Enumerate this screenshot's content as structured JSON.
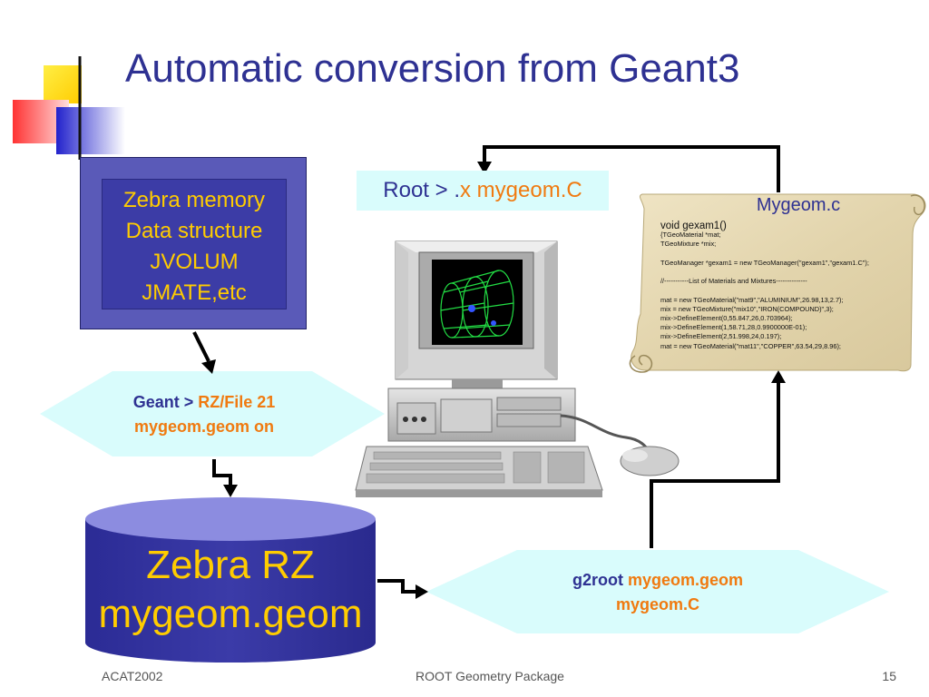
{
  "slide": {
    "title": "Automatic conversion from Geant3"
  },
  "zebra_memory": {
    "lines": [
      "Zebra memory",
      "Data structure",
      "JVOLUM",
      "JMATE,etc"
    ]
  },
  "root_command": {
    "prompt": "Root > ",
    "dot": ".",
    "command": "x mygeom.C"
  },
  "geant_step": {
    "prefix": "Geant > ",
    "command": "RZ/File 21",
    "line2": "mygeom.geom on"
  },
  "zebra_rz": {
    "line1": "Zebra RZ",
    "line2": "mygeom.geom"
  },
  "g2root_step": {
    "prefix": "g2root ",
    "arg1": "mygeom.geom",
    "arg2": "mygeom.C"
  },
  "mygeom_file": {
    "title": "Mygeom.c",
    "code_lines": [
      "void gexam1()",
      "{TGeoMaterial *mat;",
      "TGeoMixture  *mix;",
      "",
      "TGeoManager *gexam1 = new TGeoManager(\"gexam1\",\"gexam1.C\");",
      "",
      "//-----------List of Materials and Mixtures--------------",
      "",
      "mat = new TGeoMaterial(\"mat9\",\"ALUMINIUM\",26.98,13,2.7);",
      "mix = new TGeoMixture(\"mix10\",\"IRON(COMPOUND)\",3);",
      "   mix->DefineElement(0,55.847,26,0.703964);",
      "   mix->DefineElement(1,58.71,28,0.9900000E-01);",
      "   mix->DefineElement(2,51.998,24,0.197);",
      "mat = new TGeoMaterial(\"mat11\",\"COPPER\",63.54,29,8.96);"
    ]
  },
  "footer": {
    "left": "ACAT2002",
    "center": "ROOT Geometry Package",
    "page": "15"
  },
  "colors": {
    "title": "#2e3192",
    "accent_orange": "#f07a10",
    "zebra_text": "#ffcc00",
    "box_blue": "#3c3ca6",
    "hexagon_fill": "#d9fcfc",
    "scroll_fill": "#e8dcb8"
  },
  "icons": [
    "computer-icon",
    "mouse-icon",
    "scroll-icon"
  ]
}
